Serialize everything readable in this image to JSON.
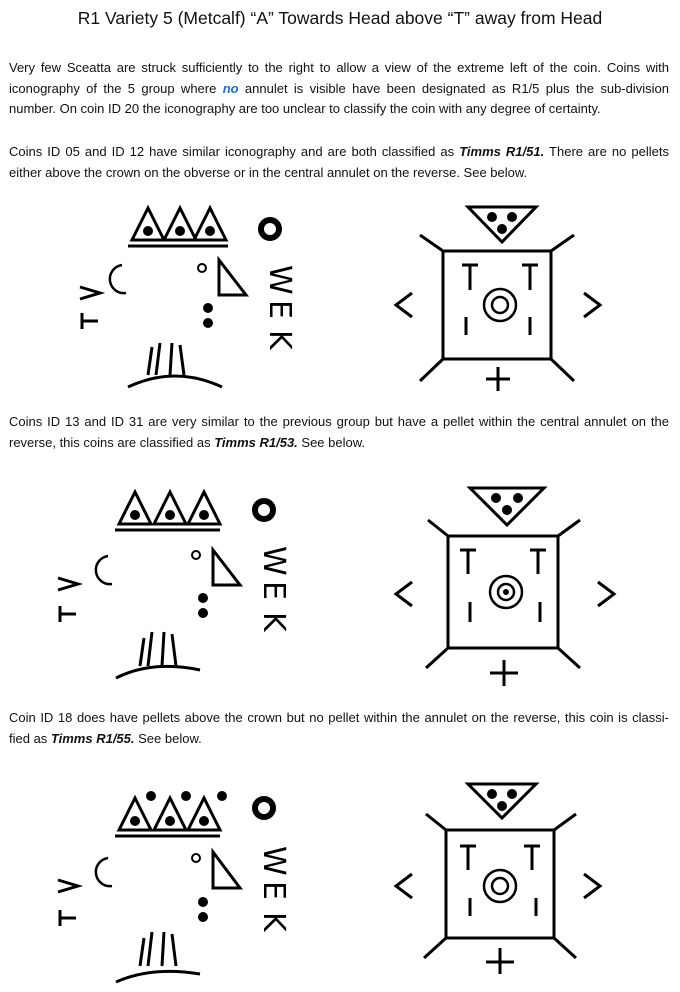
{
  "title": "R1 Variety 5 (Metcalf) “A” Towards Head above “T” away from Head",
  "p1": {
    "a": "Very few Sceatta are struck sufficiently to the right to allow a view of the extreme left of the coin. Coins with iconography of the 5 group where ",
    "hl": "no",
    "b": " annulet is visible have been designated as R1/5 plus the sub-division number. On coin ID 20 the iconography are too unclear to classify the coin with any degree of certainty."
  },
  "p2": {
    "a": "Coins ID 05 and ID 12 have similar iconography and are both classified as ",
    "em": "Timms R1/51.",
    "b": " There are no pellets either above the crown on the obverse or in the central annulet on the reverse. See below."
  },
  "p3": {
    "a": "Coins ID 13 and ID 31 are very similar to the previous group but have a pellet within the central annulet on the reverse, this coins are classified as ",
    "em": "Timms R1/53.",
    "b": " See below."
  },
  "p4": {
    "a": "Coin ID 18 does have pellets above the crown but no pellet within the annulet on the reverse, this coin is classi-fied as ",
    "em": "Timms R1/55.",
    "b": " See below."
  },
  "fig_letters": {
    "a": "A",
    "t": "T",
    "lt": "<",
    "gt": ">",
    "plus": "+",
    "bar": "|",
    "crescent": "☾"
  }
}
